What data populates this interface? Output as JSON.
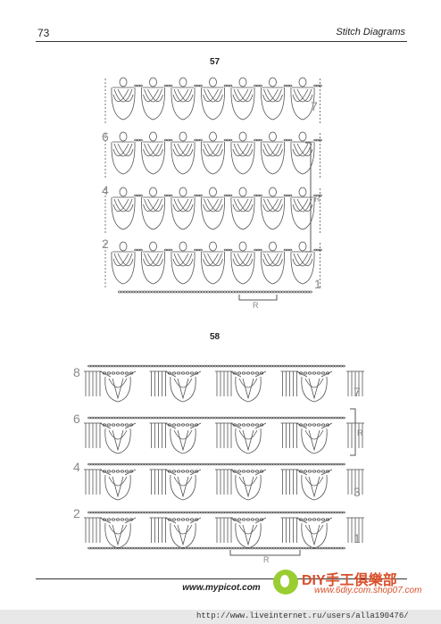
{
  "header": {
    "page_number": "73",
    "title": "Stitch Diagrams"
  },
  "figure57": {
    "title": "57",
    "row_labels_left": [
      "6",
      "4",
      "2"
    ],
    "row_labels_right": [
      "7",
      "1"
    ],
    "repeat_label_side": "R",
    "repeat_label_bottom": "R"
  },
  "figure58": {
    "title": "58",
    "row_labels_left": [
      "8",
      "6",
      "4",
      "2"
    ],
    "row_labels_right": [
      "7",
      "3",
      "1"
    ],
    "repeat_label_side": "R",
    "repeat_label_bottom": "R"
  },
  "footer": {
    "url": "www.mypicot.com"
  },
  "watermark": {
    "brand": "DIY手工俱樂部",
    "site": "www.6diy.com.shop07.com"
  },
  "bottom_url": "http://www.liveinternet.ru/users/alla190476/"
}
